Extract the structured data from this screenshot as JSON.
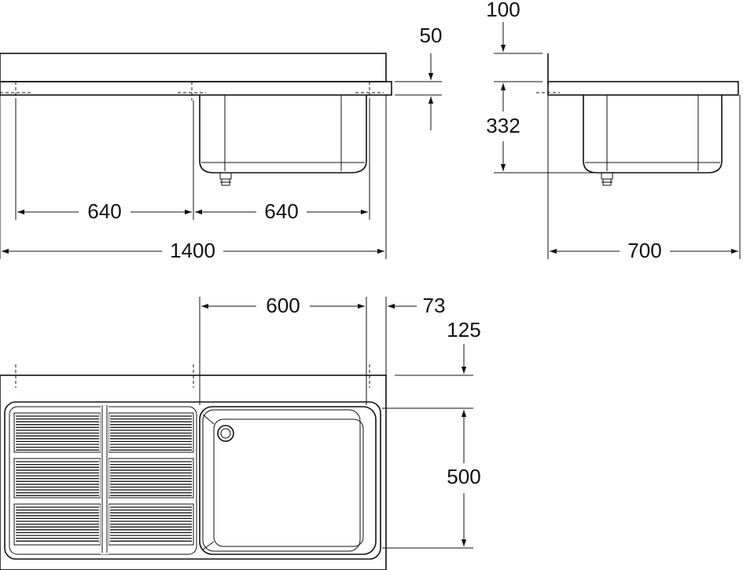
{
  "dimensions": {
    "front_half_left": "640",
    "front_half_right": "640",
    "front_total_width": "1400",
    "top_thickness": "50",
    "side_top_offset": "100",
    "bowl_depth": "332",
    "side_total_depth": "700",
    "bowl_width": "600",
    "bowl_edge_offset": "73",
    "plan_top_offset": "125",
    "bowl_length": "500"
  },
  "views": [
    "front-view",
    "side-view",
    "plan-view"
  ]
}
